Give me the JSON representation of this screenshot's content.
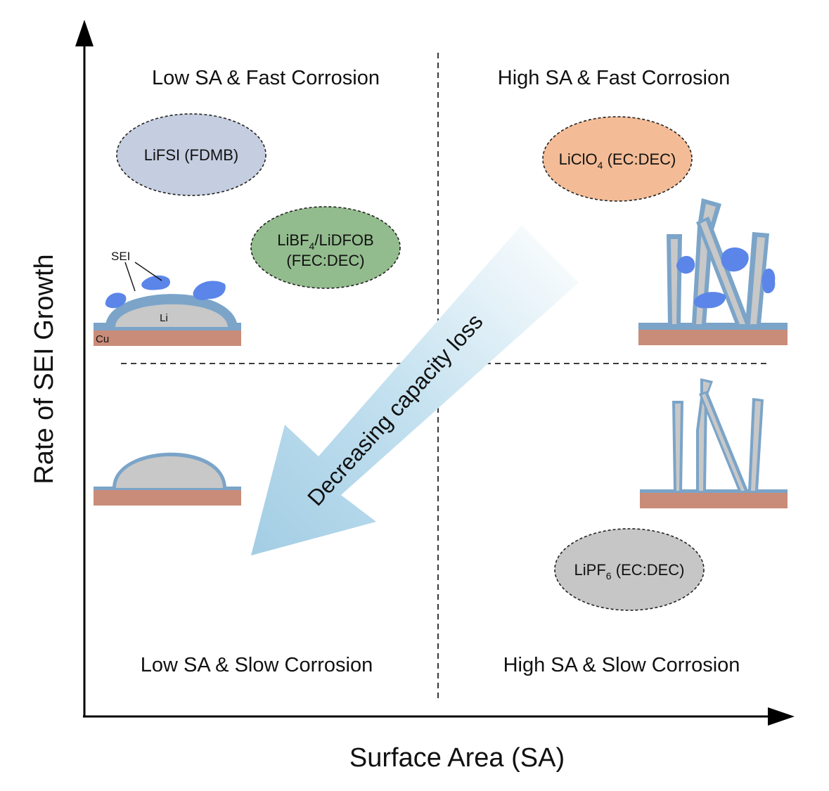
{
  "axes": {
    "x_label": "Surface Area (SA)",
    "y_label": "Rate of SEI Growth"
  },
  "quadrants": {
    "top_left": "Low SA & Fast Corrosion",
    "top_right": "High SA & Fast Corrosion",
    "bottom_left": "Low SA & Slow Corrosion",
    "bottom_right": "High SA & Slow Corrosion"
  },
  "electrolytes": {
    "lifsi": {
      "text": "LiFSI (FDMB)",
      "color": "#c5cee0"
    },
    "libf4": {
      "line1_a": "LiBF",
      "line1_sub": "4",
      "line1_b": "/LiDFOB",
      "line2": "(FEC:DEC)",
      "color": "#93bc8e"
    },
    "liclo4": {
      "a": "LiClO",
      "sub": "4",
      "b": " (EC:DEC)",
      "color": "#f3bc97"
    },
    "lipf6": {
      "a": "LiPF",
      "sub": "6",
      "b": " (EC:DEC)",
      "color": "#c6c6c6"
    }
  },
  "arrow": {
    "text": "Decreasing capacity loss",
    "color": "#a9d1e6"
  },
  "schematic": {
    "sei_label": "SEI",
    "li_label": "Li",
    "cu_label": "Cu",
    "cu_color": "#c98c78",
    "li_color": "#c8c8c8",
    "sei_layer_color": "#7ba4c8",
    "sei_particle_color": "#5b85e8"
  }
}
